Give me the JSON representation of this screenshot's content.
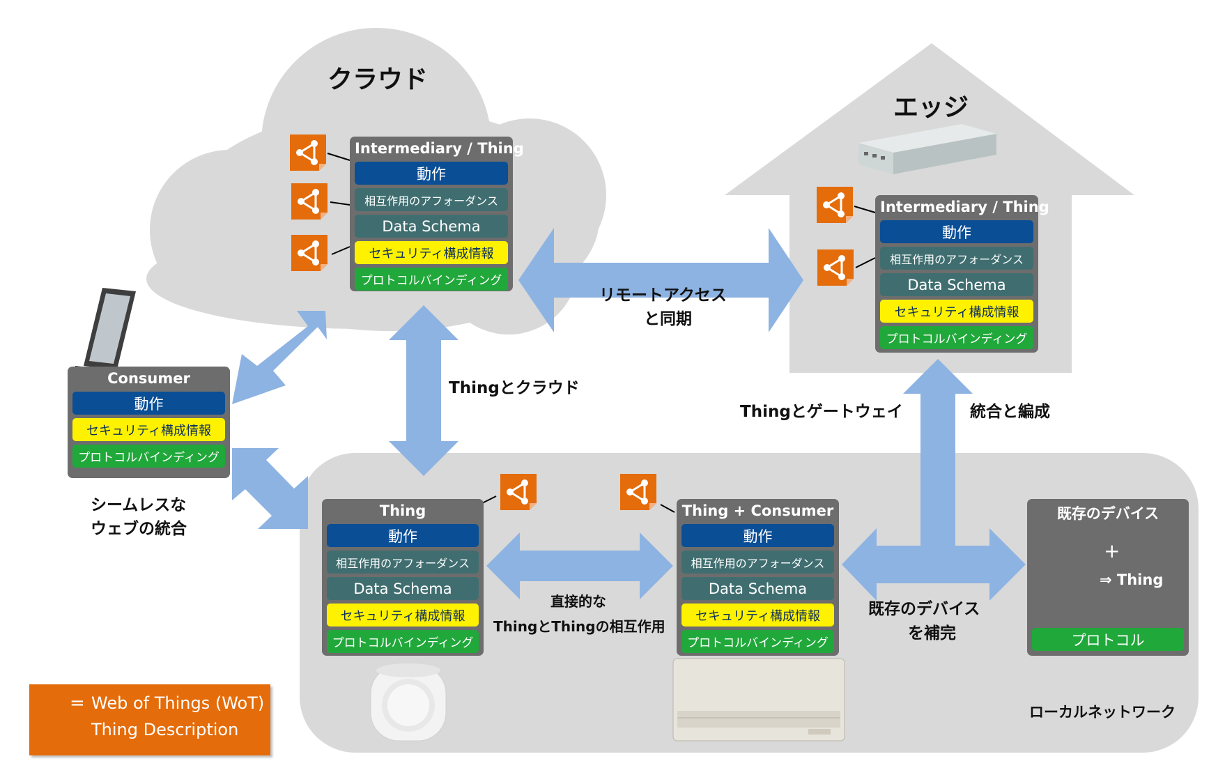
{
  "titles": {
    "cloud": "クラウド",
    "edge": "エッジ",
    "local": "ローカルネットワーク"
  },
  "cloud_box": {
    "header": "Intermediary / Thing",
    "rows": {
      "action": "動作",
      "affordance": "相互作用のアフォーダンス",
      "schema": "Data Schema",
      "security": "セキュリティ構成情報",
      "protocol": "プロトコルバインディング"
    }
  },
  "edge_box": {
    "header": "Intermediary / Thing",
    "rows": {
      "action": "動作",
      "affordance": "相互作用のアフォーダンス",
      "schema": "Data Schema",
      "security": "セキュリティ構成情報",
      "protocol": "プロトコルバインディング"
    }
  },
  "consumer_box": {
    "header": "Consumer",
    "rows": {
      "action": "動作",
      "security": "セキュリティ構成情報",
      "protocol": "プロトコルバインディング"
    }
  },
  "thing_box": {
    "header": "Thing",
    "rows": {
      "action": "動作",
      "affordance": "相互作用のアフォーダンス",
      "schema": "Data Schema",
      "security": "セキュリティ構成情報",
      "protocol": "プロトコルバインディング"
    }
  },
  "thing_consumer_box": {
    "header": "Thing + Consumer",
    "rows": {
      "action": "動作",
      "affordance": "相互作用のアフォーダンス",
      "schema": "Data Schema",
      "security": "セキュリティ構成情報",
      "protocol": "プロトコルバインディング"
    }
  },
  "legacy_box": {
    "header": "既存のデバイス",
    "plus": "+",
    "thing": "⇒ Thing",
    "protocol": "プロトコル"
  },
  "labels": {
    "remote_1": "リモートアクセス",
    "remote_2": "と同期",
    "thing_cloud": "Thingとクラウド",
    "thing_gateway": "Thingとゲートウェイ",
    "integration": "統合と編成",
    "seamless_1": "シームレスな",
    "seamless_2": "ウェブの統合",
    "direct_1": "直接的な",
    "direct_2": "ThingとThingの相互作用",
    "complement_1": "既存のデバイス",
    "complement_2": "を補完"
  },
  "legend": {
    "eq": "=",
    "line1": "Web of Things (WoT)",
    "line2": "Thing Description"
  },
  "icons": {
    "td": "wot-thing-description-icon"
  },
  "colors": {
    "arrow": "#8db3e2",
    "region": "#d9d9d9",
    "box": "#6d6d6d",
    "action": "#0a4e96",
    "schema": "#406e70",
    "security": "#fff200",
    "protocol": "#21a83b",
    "td_orange": "#e46c0a"
  }
}
